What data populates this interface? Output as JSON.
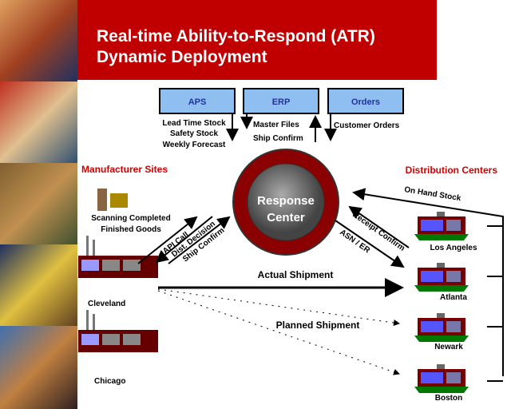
{
  "title": {
    "line1": "Real-time Ability-to-Respond (ATR)",
    "line2": "Dynamic Deployment"
  },
  "systems": [
    {
      "label": "APS",
      "flow": [
        "Lead Time Stock",
        "Safety Stock",
        "Weekly Forecast"
      ]
    },
    {
      "label": "ERP",
      "flow": [
        "Master Files",
        "Ship Confirm"
      ]
    },
    {
      "label": "Orders",
      "flow": [
        "Customer Orders"
      ]
    }
  ],
  "center": {
    "line1": "Response",
    "line2": "Center"
  },
  "manufacturer": {
    "heading": "Manufacturer Sites",
    "scanning": [
      "Scanning Completed",
      "Finished Goods"
    ],
    "sites": [
      "Cleveland",
      "Chicago"
    ],
    "links": [
      "API Call",
      "Dist. Decision",
      "Ship Confirm"
    ]
  },
  "distribution": {
    "heading": "Distribution Centers",
    "on_hand": "On Hand Stock",
    "links": [
      "Receipt Confirm",
      "ASN / ER"
    ],
    "centers": [
      "Los Angeles",
      "Atlanta",
      "Newark",
      "Boston"
    ]
  },
  "shipments": {
    "actual": "Actual Shipment",
    "planned": "Planned Shipment"
  },
  "colors": {
    "accent": "#c00000",
    "heading": "#d00000",
    "box": "#8fbff0",
    "ring": "#8b0000"
  }
}
